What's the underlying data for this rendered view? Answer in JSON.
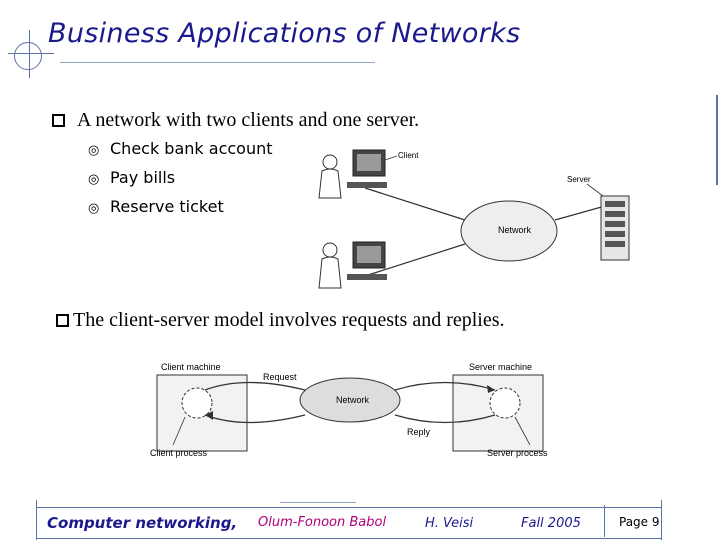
{
  "slide": {
    "title": "Business Applications of Networks",
    "bullet1": "A network with two clients and one server.",
    "sub_items": [
      "Check bank account",
      "Pay bills",
      "Reserve ticket"
    ],
    "bullet2": "The client-server model involves requests and replies."
  },
  "figure1": {
    "client_label": "Client",
    "server_label": "Server",
    "network_label": "Network"
  },
  "figure2": {
    "client_machine": "Client machine",
    "server_machine": "Server machine",
    "request": "Request",
    "reply": "Reply",
    "network": "Network",
    "client_process": "Client process",
    "server_process": "Server process"
  },
  "footer": {
    "course": "Computer networking,",
    "university": "Olum-Fonoon Babol",
    "author": "H. Veisi",
    "term": "Fall 2005",
    "page": "Page 9"
  },
  "colors": {
    "title": "#1a1a8c",
    "university": "#b0007a",
    "rule": "#5a73a8"
  }
}
